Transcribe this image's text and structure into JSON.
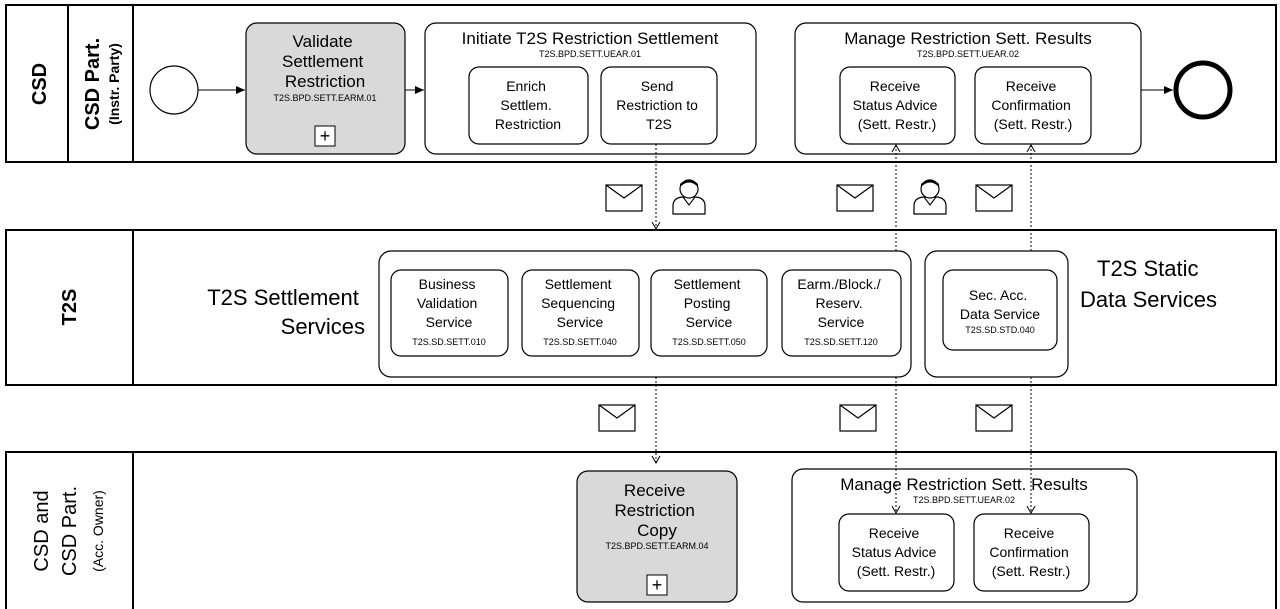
{
  "pools": {
    "csd": {
      "label": "CSD",
      "lane_label": "CSD Part.",
      "lane_sublabel": "(Instr. Party)"
    },
    "t2s": {
      "label": "T2S"
    },
    "owner": {
      "label_line1": "CSD and",
      "label_line2": "CSD Part.",
      "label_line3": "(Acc. Owner)"
    }
  },
  "csd_lane": {
    "validate": {
      "line1": "Validate",
      "line2": "Settlement",
      "line3": "Restriction",
      "code": "T2S.BPD.SETT.EARM.01",
      "marker": "+"
    },
    "initiate": {
      "title": "Initiate T2S Restriction Settlement",
      "code": "T2S.BPD.SETT.UEAR.01",
      "enrich": {
        "line1": "Enrich",
        "line2": "Settlem.",
        "line3": "Restriction"
      },
      "send": {
        "line1": "Send",
        "line2": "Restriction to",
        "line3": "T2S"
      }
    },
    "manage": {
      "title": "Manage Restriction Sett. Results",
      "code": "T2S.BPD.SETT.UEAR.02",
      "status": {
        "line1": "Receive",
        "line2": "Status Advice",
        "line3": "(Sett. Restr.)"
      },
      "confirm": {
        "line1": "Receive",
        "line2": "Confirmation",
        "line3": "(Sett. Restr.)"
      }
    }
  },
  "t2s_lane": {
    "settlement_services_line1": "T2S Settlement",
    "settlement_services_line2": "Services",
    "static_services_line1": "T2S Static",
    "static_services_line2": "Data Services",
    "services": [
      {
        "line1": "Business",
        "line2": "Validation",
        "line3": "Service",
        "code": "T2S.SD.SETT.010"
      },
      {
        "line1": "Settlement",
        "line2": "Sequencing",
        "line3": "Service",
        "code": "T2S.SD.SETT.040"
      },
      {
        "line1": "Settlement",
        "line2": "Posting",
        "line3": "Service",
        "code": "T2S.SD.SETT.050"
      },
      {
        "line1": "Earm./Block./",
        "line2": "Reserv.",
        "line3": "Service",
        "code": "T2S.SD.SETT.120"
      }
    ],
    "static": {
      "line1": "Sec. Acc.",
      "line2": "Data Service",
      "code": "T2S.SD.STD.040"
    }
  },
  "owner_lane": {
    "receive_copy": {
      "line1": "Receive",
      "line2": "Restriction",
      "line3": "Copy",
      "code": "T2S.BPD.SETT.EARM.04",
      "marker": "+"
    },
    "manage": {
      "title": "Manage Restriction Sett. Results",
      "code": "T2S.BPD.SETT.UEAR.02",
      "status": {
        "line1": "Receive",
        "line2": "Status Advice",
        "line3": "(Sett. Restr.)"
      },
      "confirm": {
        "line1": "Receive",
        "line2": "Confirmation",
        "line3": "(Sett. Restr.)"
      }
    }
  },
  "colors": {
    "collapsed_fill": "#d9d9d9",
    "stroke": "#000000"
  },
  "icons": [
    "envelope-icon",
    "person-icon",
    "start-event-icon",
    "end-event-icon",
    "plus-marker-icon"
  ]
}
